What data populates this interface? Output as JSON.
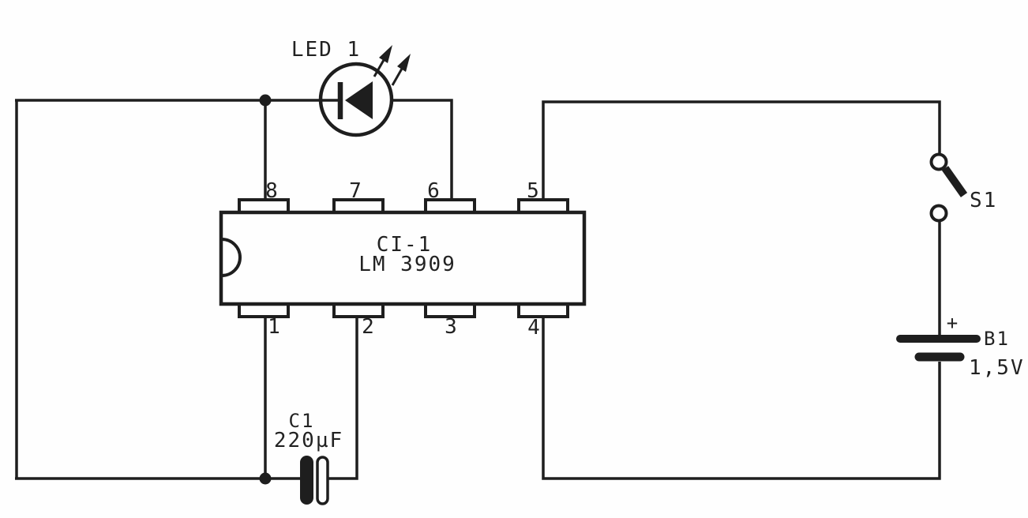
{
  "diagram": {
    "kind": "electronic-schematic",
    "description": "LED flasher oscillator circuit built around an LM3909 IC, powered by a 1.5 V cell",
    "ink_color": "#1e1e1e",
    "background_color": "#fefefe",
    "led": {
      "label": "LED 1"
    },
    "ic": {
      "ref": "CI-1",
      "part": "LM 3909",
      "pins_top": [
        "8",
        "7",
        "6",
        "5"
      ],
      "pins_bottom": [
        "1",
        "2",
        "3",
        "4"
      ]
    },
    "capacitor": {
      "ref": "C1",
      "value": "220µF"
    },
    "switch": {
      "ref": "S1"
    },
    "battery": {
      "ref": "B1",
      "value": "1,5V",
      "polarity": "+"
    }
  }
}
